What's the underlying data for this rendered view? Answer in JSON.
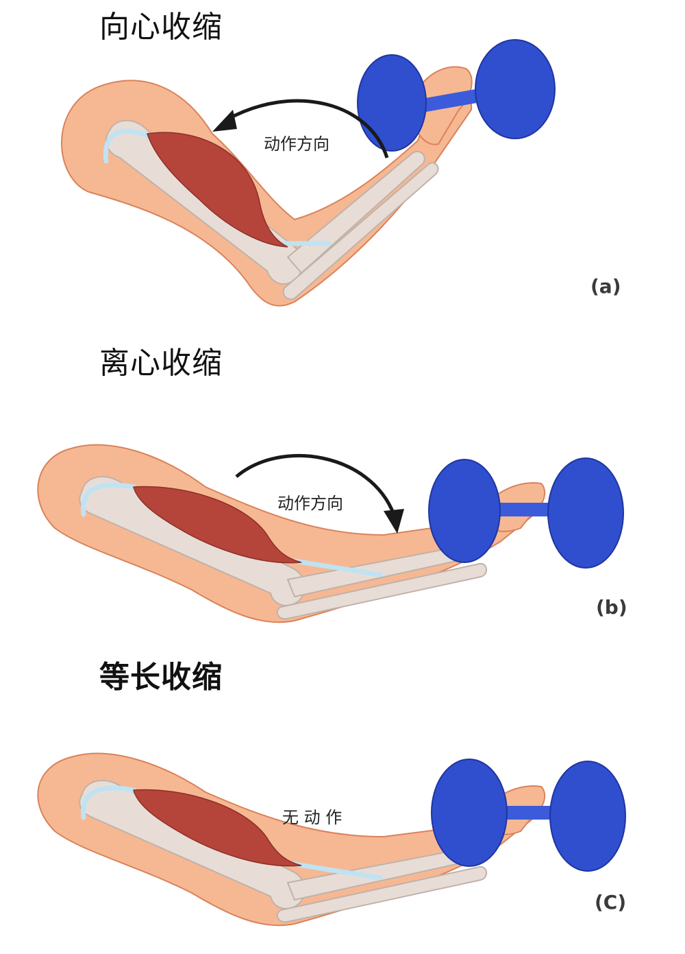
{
  "panels": [
    {
      "title": "向心收缩",
      "direction_label": "动作方向",
      "panel_label": "(a)"
    },
    {
      "title": "离心收缩",
      "direction_label": "动作方向",
      "panel_label": "(b)"
    },
    {
      "title": "等长收缩",
      "direction_label": "无 动 作",
      "panel_label": "(C)"
    }
  ],
  "colors": {
    "skin": "#f6b892",
    "skin_outline": "#d9825a",
    "bone": "#e8ddd6",
    "bone_outline": "#bfb2aa",
    "muscle": "#b5443a",
    "tendon": "#bfe3f2",
    "dumbbell": "#2f4fcf",
    "arrow": "#1a1a1a"
  }
}
